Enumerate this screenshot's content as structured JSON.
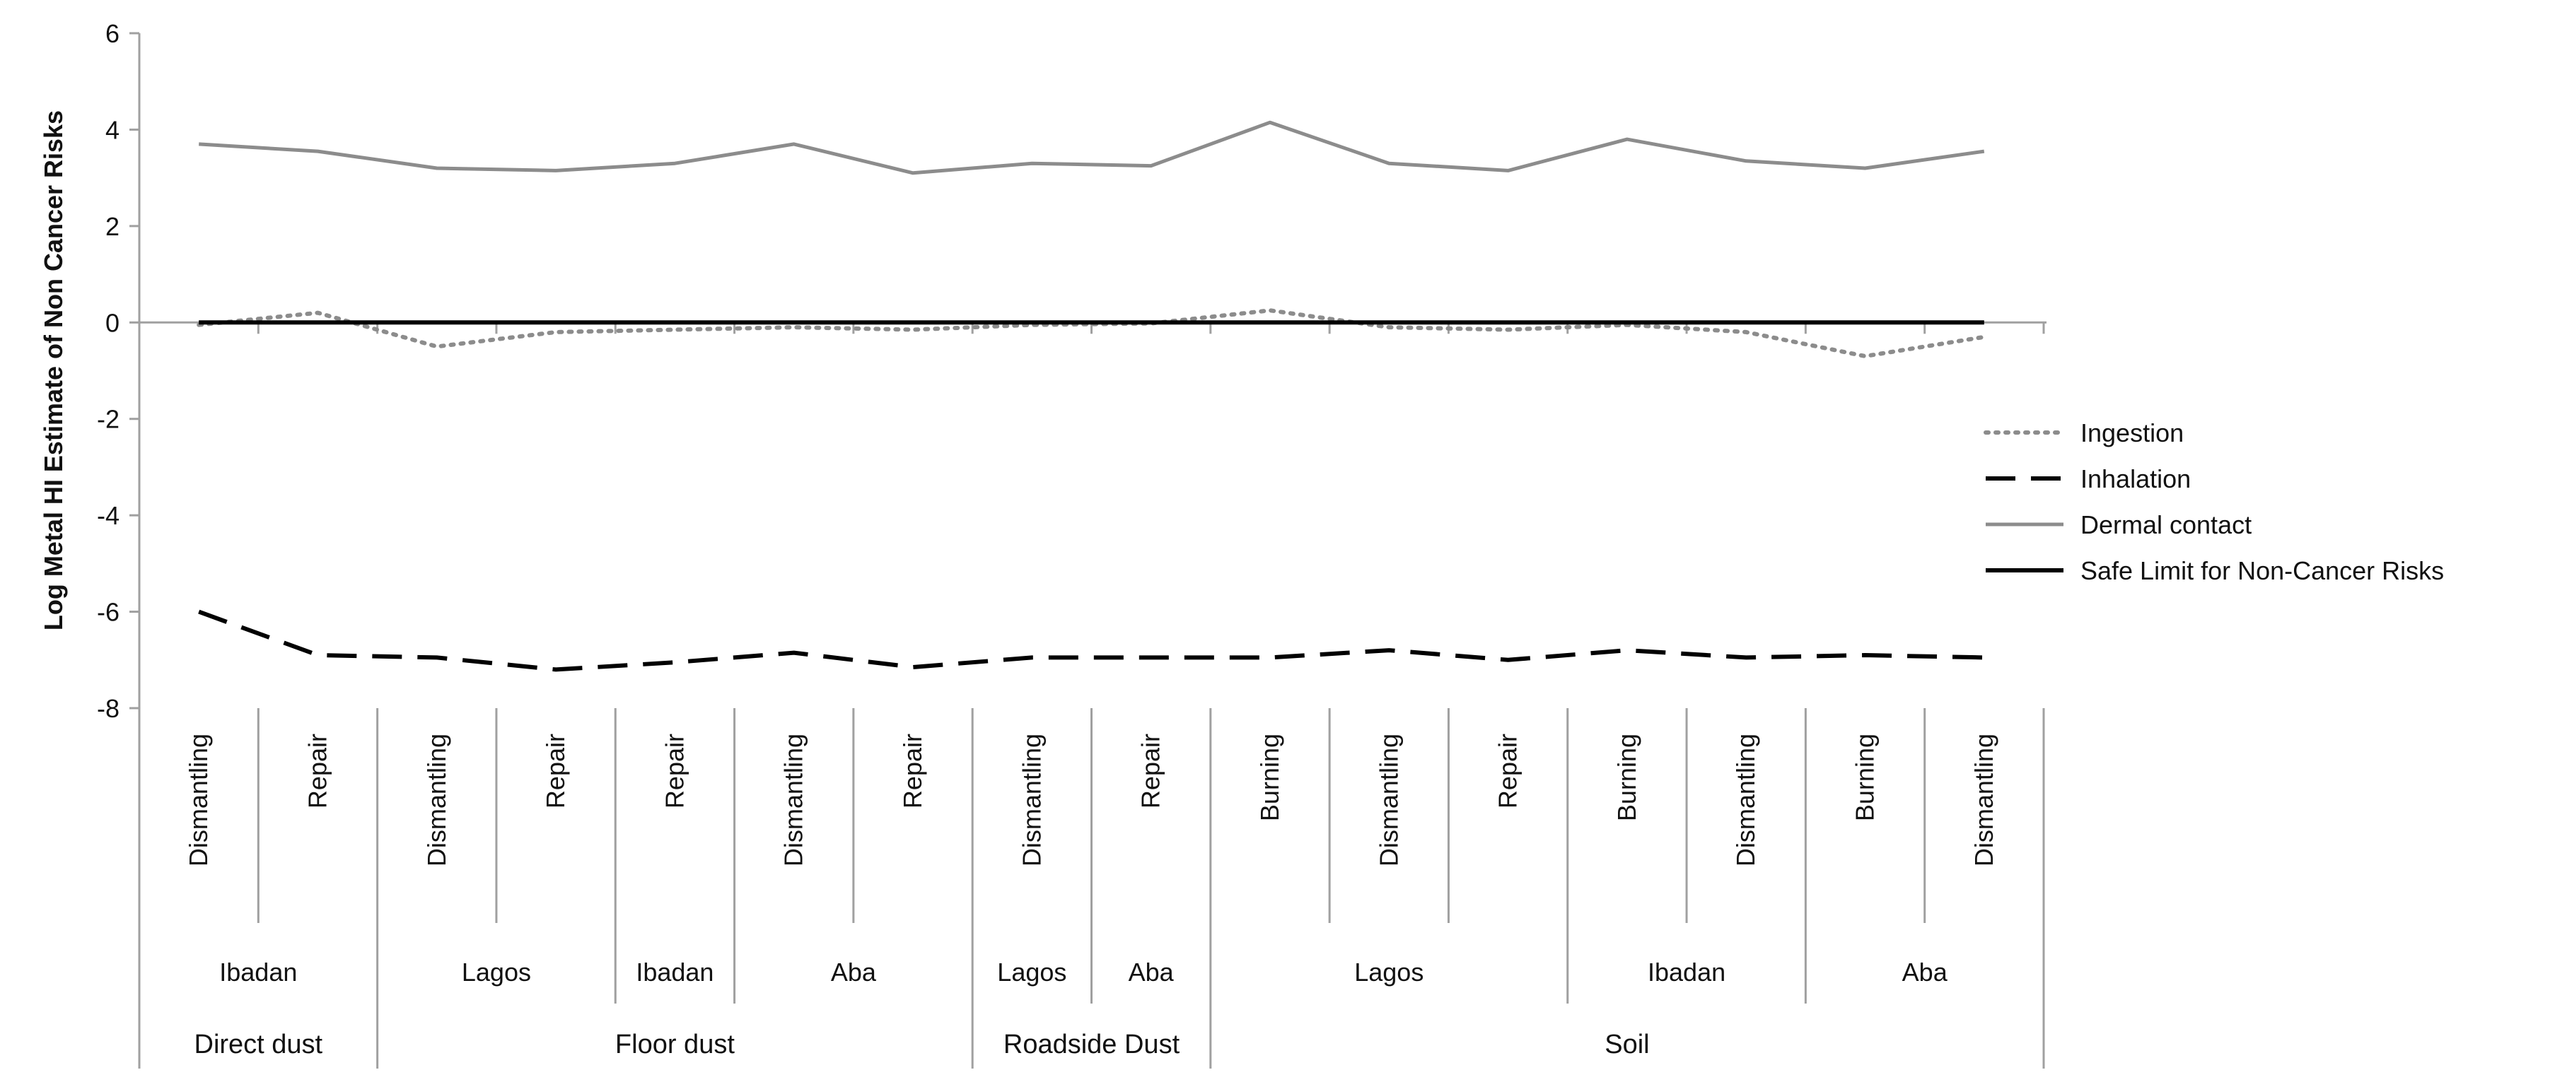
{
  "chart_data": {
    "type": "line",
    "title": "",
    "ylabel": "Log Metal HI Estimate of Non Cancer Risks",
    "xlabel": "",
    "ylim": [
      -8,
      6
    ],
    "yticks": [
      6,
      4,
      2,
      0,
      -2,
      -4,
      -6,
      -8
    ],
    "grid": false,
    "legend_position": "right",
    "x_levels": {
      "activities": [
        "Dismantling",
        "Repair",
        "Dismantling",
        "Repair",
        "Repair",
        "Dismantling",
        "Repair",
        "Dismantling",
        "Repair",
        "Burning",
        "Dismantling",
        "Repair",
        "Burning",
        "Dismantling",
        "Burning",
        "Dismantling"
      ],
      "locations": [
        {
          "label": "Ibadan",
          "span": [
            0,
            1
          ]
        },
        {
          "label": "Lagos",
          "span": [
            2,
            3
          ]
        },
        {
          "label": "Ibadan",
          "span": [
            4,
            4
          ]
        },
        {
          "label": "Aba",
          "span": [
            5,
            6
          ]
        },
        {
          "label": "Lagos",
          "span": [
            7,
            7
          ]
        },
        {
          "label": "Aba",
          "span": [
            8,
            8
          ]
        },
        {
          "label": "Lagos",
          "span": [
            9,
            11
          ]
        },
        {
          "label": "Ibadan",
          "span": [
            12,
            13
          ]
        },
        {
          "label": "Aba",
          "span": [
            14,
            15
          ]
        }
      ],
      "media": [
        {
          "label": "Direct dust",
          "span": [
            0,
            1
          ]
        },
        {
          "label": "Floor dust",
          "span": [
            2,
            6
          ]
        },
        {
          "label": "Roadside Dust",
          "span": [
            7,
            8
          ]
        },
        {
          "label": "Soil",
          "span": [
            9,
            15
          ]
        }
      ]
    },
    "series": [
      {
        "name": "Ingestion",
        "style": "dotted",
        "color": "#8c8c8c",
        "values": [
          -0.05,
          0.2,
          -0.5,
          -0.2,
          -0.15,
          -0.1,
          -0.15,
          -0.05,
          -0.02,
          0.25,
          -0.1,
          -0.15,
          -0.05,
          -0.2,
          -0.7,
          -0.3
        ]
      },
      {
        "name": "Inhalation",
        "style": "dashed",
        "color": "#000000",
        "values": [
          -6.0,
          -6.9,
          -6.95,
          -7.2,
          -7.05,
          -6.85,
          -7.15,
          -6.95,
          -6.95,
          -6.95,
          -6.8,
          -7.0,
          -6.8,
          -6.95,
          -6.9,
          -6.95
        ]
      },
      {
        "name": "Dermal contact",
        "style": "solid",
        "color": "#8c8c8c",
        "values": [
          3.7,
          3.55,
          3.2,
          3.15,
          3.3,
          3.7,
          3.1,
          3.3,
          3.25,
          4.15,
          3.3,
          3.15,
          3.8,
          3.35,
          3.2,
          3.55
        ]
      },
      {
        "name": "Safe Limit for Non-Cancer Risks",
        "style": "solid",
        "color": "#000000",
        "values": [
          0,
          0,
          0,
          0,
          0,
          0,
          0,
          0,
          0,
          0,
          0,
          0,
          0,
          0,
          0,
          0
        ]
      }
    ]
  }
}
